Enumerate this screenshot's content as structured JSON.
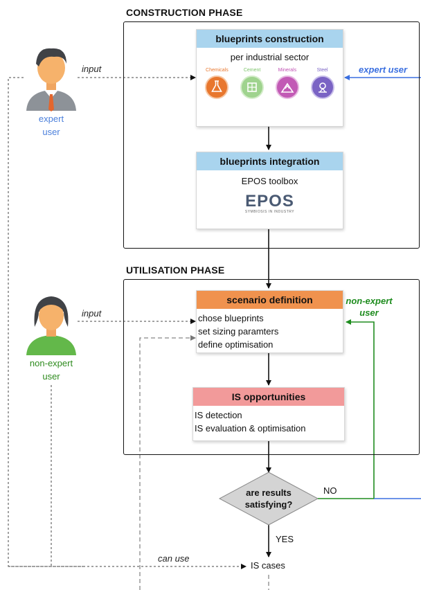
{
  "construction": {
    "title": "CONSTRUCTION PHASE",
    "blueprints_construction": {
      "header": "blueprints construction",
      "subtitle": "per industrial sector",
      "sectors": [
        {
          "label": "Chemicals",
          "color": "#e8772e",
          "icon": "flask-icon"
        },
        {
          "label": "Cement",
          "color": "#7cc36a",
          "icon": "cement-icon"
        },
        {
          "label": "Minerals",
          "color": "#c04fb3",
          "icon": "minerals-icon"
        },
        {
          "label": "Steel",
          "color": "#7a63c4",
          "icon": "steel-icon"
        }
      ]
    },
    "blueprints_integration": {
      "header": "blueprints integration",
      "subtitle": "EPOS toolbox",
      "logo_text": "EPOS",
      "logo_caption": "SYMBIOSIS IN INDUSTRY"
    }
  },
  "utilisation": {
    "title": "UTILISATION PHASE",
    "scenario_definition": {
      "header": "scenario definition",
      "items": [
        "chose blueprints",
        "set sizing paramters",
        "define optimisation"
      ]
    },
    "is_opportunities": {
      "header": "IS opportunities",
      "items": [
        "IS detection",
        "IS evaluation & optimisation"
      ]
    }
  },
  "decision": {
    "text_line1": "are results",
    "text_line2": "satisfying?",
    "no_label": "NO",
    "yes_label": "YES"
  },
  "actors": {
    "expert": {
      "line1": "expert",
      "line2": "user",
      "color": "#4a7fdb"
    },
    "non_expert": {
      "line1": "non-expert",
      "line2": "user",
      "color": "#2e8b1e"
    }
  },
  "edge_labels": {
    "input_expert": "input",
    "input_non_expert": "input",
    "expert_user_feedback": "expert user",
    "non_expert_feedback_line1": "non-expert",
    "non_expert_feedback_line2": "user",
    "can_use": "can use"
  },
  "is_cases": "IS cases",
  "colors": {
    "blue_header": "#a9d4ee",
    "orange_header": "#f0924e",
    "red_header": "#f29a9a",
    "expert_blue": "#3a6fe0",
    "non_expert_green": "#1e8c1e",
    "diamond_fill": "#d4d4d4"
  }
}
